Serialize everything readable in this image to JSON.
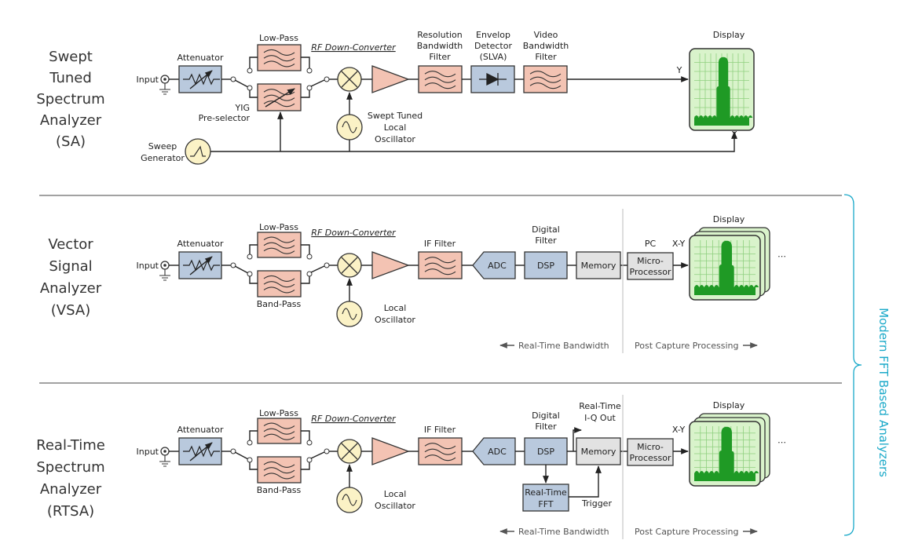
{
  "colors": {
    "blue_block": "#b9c9dd",
    "pink_block": "#f3c3b3",
    "yellow_block": "#fbf2c6",
    "gray_block": "#e2e2e2",
    "display_screen": "#d9f3cb",
    "spectrum": "#1f9a25",
    "accent": "#1aa9c9"
  },
  "sa": {
    "title": [
      "Swept",
      "Tuned",
      "Spectrum",
      "Analyzer",
      "(SA)"
    ],
    "input": "Input",
    "attenuator": "Attenuator",
    "low_pass": "Low-Pass",
    "preselector": [
      "YIG",
      "Pre-selector"
    ],
    "rf_down_converter": "RF Down-Converter",
    "rbw": [
      "Resolution",
      "Bandwidth",
      "Filter"
    ],
    "envelope": [
      "Envelop",
      "Detector",
      "(SLVA)"
    ],
    "vbw": [
      "Video",
      "Bandwidth",
      "Filter"
    ],
    "display": "Display",
    "lo": [
      "Swept Tuned",
      "Local",
      "Oscillator"
    ],
    "sweep": [
      "Sweep",
      "Generator"
    ],
    "y": "Y",
    "x": "X"
  },
  "vsa": {
    "title": [
      "Vector",
      "Signal",
      "Analyzer",
      "(VSA)"
    ],
    "input": "Input",
    "attenuator": "Attenuator",
    "low_pass": "Low-Pass",
    "band_pass": "Band-Pass",
    "rf_down_converter": "RF Down-Converter",
    "if_filter": "IF Filter",
    "adc": "ADC",
    "digital_filter": [
      "Digital",
      "Filter"
    ],
    "dsp": "DSP",
    "memory": "Memory",
    "pc": "PC",
    "micro": [
      "Micro-",
      "Processor"
    ],
    "xy": "X-Y",
    "display": "Display",
    "lo": [
      "Local",
      "Oscillator"
    ],
    "rtbw": "Real-Time Bandwidth",
    "pcp": "Post Capture Processing"
  },
  "rtsa": {
    "title": [
      "Real-Time",
      "Spectrum",
      "Analyzer",
      "(RTSA)"
    ],
    "input": "Input",
    "attenuator": "Attenuator",
    "low_pass": "Low-Pass",
    "band_pass": "Band-Pass",
    "rf_down_converter": "RF Down-Converter",
    "if_filter": "IF Filter",
    "adc": "ADC",
    "digital_filter": [
      "Digital",
      "Filter"
    ],
    "dsp": "DSP",
    "memory": "Memory",
    "iq_out": [
      "Real-Time",
      "I-Q Out"
    ],
    "fft": [
      "Real-Time",
      "FFT"
    ],
    "trigger": "Trigger",
    "micro": [
      "Micro-",
      "Processor"
    ],
    "xy": "X-Y",
    "display": "Display",
    "lo": [
      "Local",
      "Oscillator"
    ],
    "rtbw": "Real-Time Bandwidth",
    "pcp": "Post Capture Processing"
  },
  "brace_label": "Modern FFT Based Analyzers"
}
